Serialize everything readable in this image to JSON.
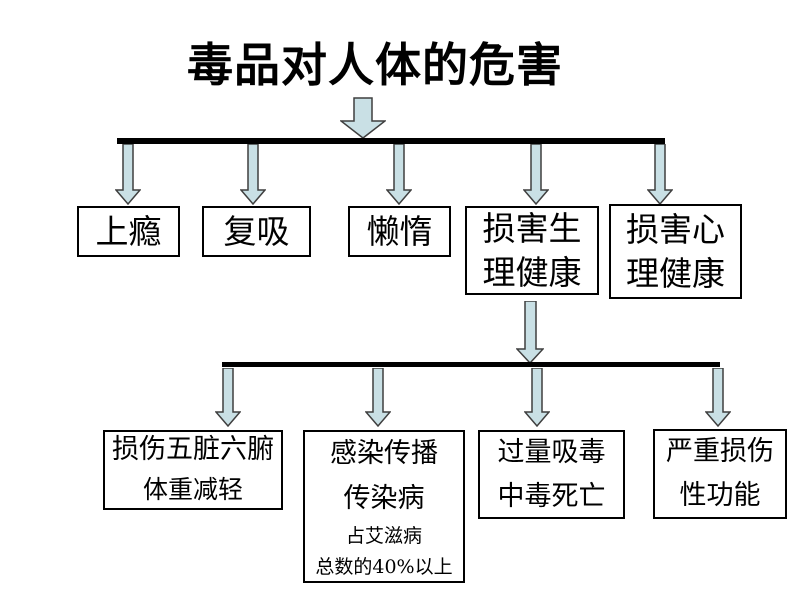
{
  "title": "毒品对人体的危害",
  "level1": {
    "nodes": [
      {
        "id": "addiction",
        "label": "上瘾"
      },
      {
        "id": "relapse",
        "label": "复吸"
      },
      {
        "id": "laziness",
        "label": "懒惰"
      },
      {
        "id": "physical-health",
        "label": "损害生理健康",
        "line1": "损害生",
        "line2": "理健康"
      },
      {
        "id": "mental-health",
        "label": "损害心理健康",
        "line1": "损害心",
        "line2": "理健康"
      }
    ]
  },
  "level2": {
    "nodes": [
      {
        "id": "organ-damage",
        "line1": "损伤五脏六腑",
        "line2": "体重减轻"
      },
      {
        "id": "infectious-disease",
        "line1": "感染传播",
        "line2": "传染病",
        "note1": "占艾滋病",
        "note2": "总数的40%以上"
      },
      {
        "id": "overdose-death",
        "line1": "过量吸毒",
        "line2": "中毒死亡"
      },
      {
        "id": "sexual-function-damage",
        "line1": "严重损伤",
        "line2": "性功能"
      }
    ]
  },
  "colors": {
    "background": "#ffffff",
    "text": "#000000",
    "arrow_fill": "#c9e0e5",
    "arrow_stroke": "#3f3f3f",
    "connector": "#000000"
  }
}
